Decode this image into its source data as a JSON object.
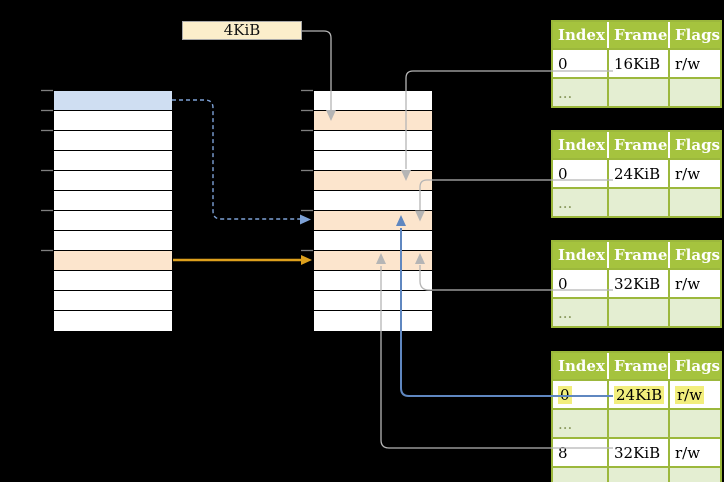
{
  "frame_size_label": {
    "text": "4KiB"
  },
  "virtual_memory_column": {
    "rows": [
      "blue",
      "white",
      "white",
      "white",
      "white",
      "white",
      "white",
      "white",
      "orange",
      "white",
      "white",
      "white"
    ]
  },
  "physical_memory_column": {
    "rows": [
      "white",
      "orange",
      "white",
      "white",
      "orange",
      "white",
      "orange",
      "white",
      "orange",
      "white",
      "white",
      "white"
    ]
  },
  "page_tables": [
    {
      "name": "page-table-16kib",
      "headers": [
        "Index",
        "Frame",
        "Flags"
      ],
      "rows": [
        {
          "type": "data",
          "highlight": false,
          "cells": [
            "0",
            "16KiB",
            "r/w"
          ]
        },
        {
          "type": "dots",
          "highlight": false,
          "cells": [
            "...",
            "",
            ""
          ]
        }
      ]
    },
    {
      "name": "page-table-24kib",
      "headers": [
        "Index",
        "Frame",
        "Flags"
      ],
      "rows": [
        {
          "type": "data",
          "highlight": false,
          "cells": [
            "0",
            "24KiB",
            "r/w"
          ]
        },
        {
          "type": "dots",
          "highlight": false,
          "cells": [
            "...",
            "",
            ""
          ]
        }
      ]
    },
    {
      "name": "page-table-32kib",
      "headers": [
        "Index",
        "Frame",
        "Flags"
      ],
      "rows": [
        {
          "type": "data",
          "highlight": false,
          "cells": [
            "0",
            "32KiB",
            "r/w"
          ]
        },
        {
          "type": "dots",
          "highlight": false,
          "cells": [
            "...",
            "",
            ""
          ]
        }
      ]
    },
    {
      "name": "page-table-mixed",
      "headers": [
        "Index",
        "Frame",
        "Flags"
      ],
      "rows": [
        {
          "type": "data",
          "highlight": true,
          "cells": [
            "0",
            "24KiB",
            "r/w"
          ]
        },
        {
          "type": "dots",
          "highlight": false,
          "cells": [
            "...",
            "",
            ""
          ]
        },
        {
          "type": "data",
          "highlight": false,
          "cells": [
            "8",
            "32KiB",
            "r/w"
          ]
        },
        {
          "type": "dots",
          "highlight": false,
          "cells": [
            "...",
            "",
            ""
          ]
        }
      ]
    }
  ],
  "connectors": [
    {
      "id": "frame-size-to-physical",
      "style": "solid",
      "color": "arrow_gray"
    },
    {
      "id": "virtual-blue-to-frame-24kib",
      "style": "dashed",
      "color": "arrow_blue_dashed"
    },
    {
      "id": "virtual-orange-to-frame-32kib",
      "style": "solid",
      "color": "arrow_orange"
    },
    {
      "id": "table1-frame-16kib",
      "style": "solid",
      "color": "arrow_gray"
    },
    {
      "id": "table2-frame-24kib",
      "style": "solid",
      "color": "arrow_gray"
    },
    {
      "id": "table3-frame-32kib",
      "style": "solid",
      "color": "arrow_gray"
    },
    {
      "id": "table4-frame-24kib",
      "style": "solid",
      "color": "arrow_blue_solid"
    },
    {
      "id": "table4-frame-32kib",
      "style": "solid",
      "color": "arrow_gray"
    }
  ],
  "colors": {
    "background": "#000000",
    "memory_row_white": "#ffffff",
    "memory_row_blue": "#cfdef2",
    "memory_row_orange": "#fce5cd",
    "tick": "#7f7f7f",
    "label_bg": "#fbeecb",
    "label_border": "#a8a8a8",
    "pt_header_bg": "#a5c33e",
    "pt_border": "#9cb83c",
    "pt_header_text": "#ffffff",
    "pt_data_bg": "#ffffff",
    "pt_data_text": "#000000",
    "pt_dots_bg": "#e4eed2",
    "pt_dots_text": "#87965a",
    "highlight_bg": "#f2ee7d",
    "arrow_gray": "#b5b5b5",
    "arrow_blue_dashed": "#7da1d6",
    "arrow_blue_solid": "#5f87c0",
    "arrow_orange": "#dda01d"
  }
}
